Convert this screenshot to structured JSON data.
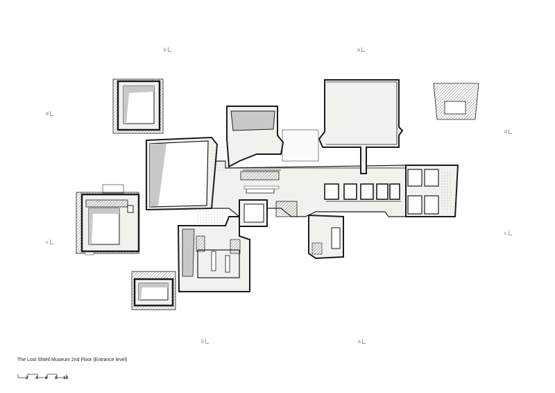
{
  "caption": "The Lost Shtetl Museum 2nd Floor (Entrance level)",
  "scale_bar": {
    "labels": [
      "2",
      "4",
      "6",
      "8",
      "10"
    ]
  },
  "section_marks": {
    "a_top": "a",
    "a_bottom": "a",
    "b_top": "b",
    "b_bottom": "b",
    "c_left": "c",
    "c_right": "c",
    "d_left": "d",
    "d_right": "d"
  },
  "colors": {
    "wall": "#1a1a1a",
    "floor": "#f1f1ee",
    "shade": "#c8c8c8",
    "hatch": "#555555"
  }
}
